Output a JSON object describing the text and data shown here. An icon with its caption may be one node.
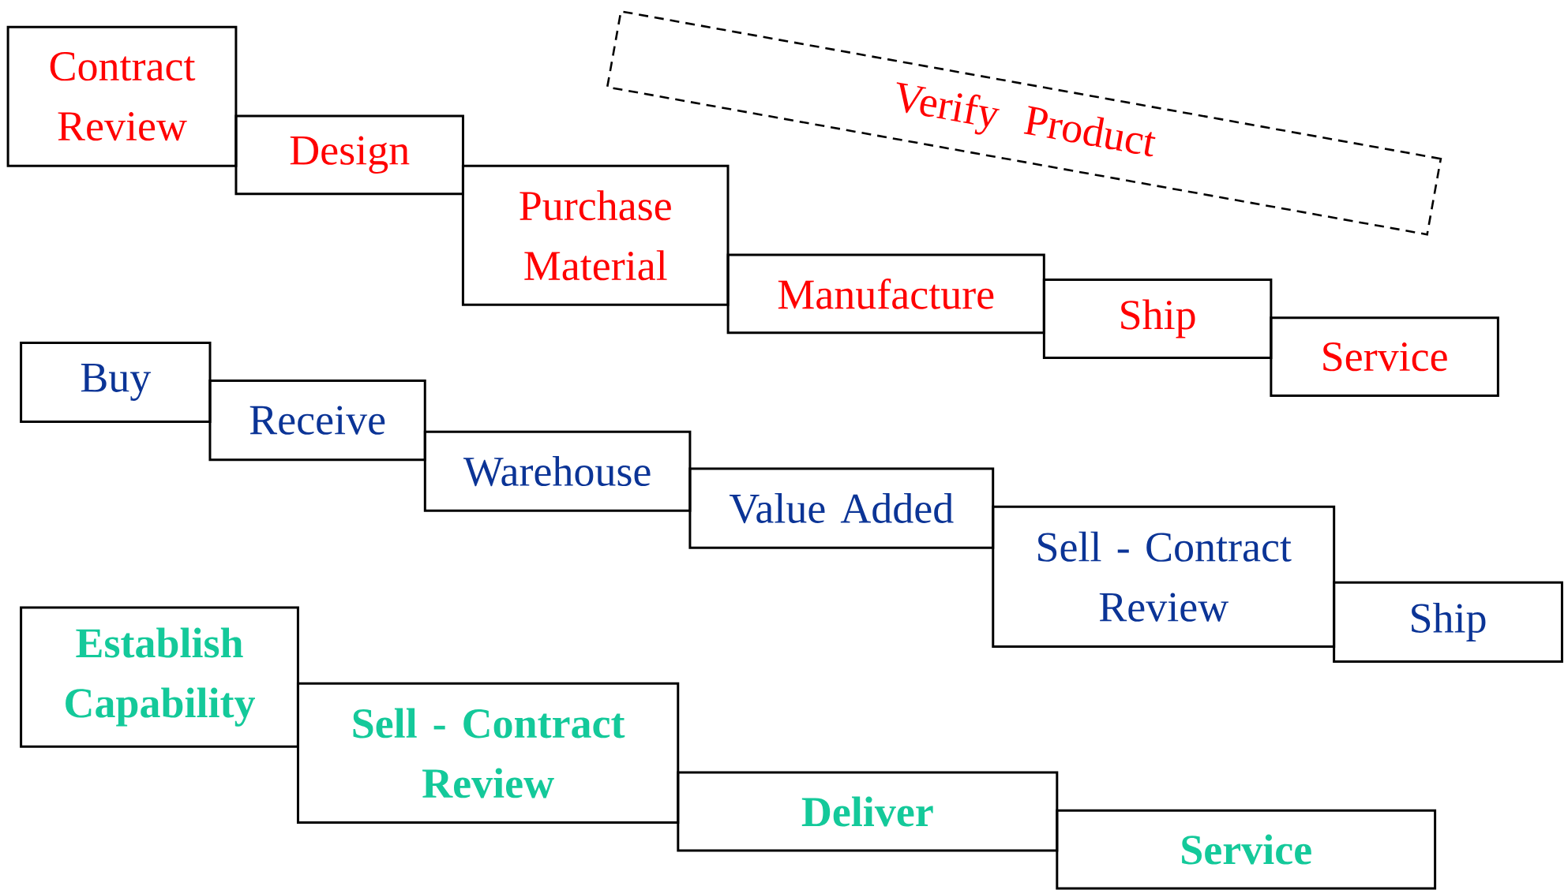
{
  "diagram": {
    "nodes": [
      {
        "text": [
          "Contract Review"
        ]
      },
      {
        "text": [
          "Design"
        ]
      },
      {
        "text": [
          "Purchase Material"
        ]
      },
      {
        "text": [
          "Manufacture"
        ]
      },
      {
        "text": [
          "Ship"
        ]
      },
      {
        "text": [
          "Service"
        ]
      },
      {
        "text": [
          "Verify Product"
        ]
      },
      {
        "text": [
          "Buy"
        ]
      },
      {
        "text": [
          "Receive"
        ]
      },
      {
        "text": [
          "Warehouse"
        ]
      },
      {
        "text": [
          "Value Added"
        ]
      },
      {
        "text": [
          "Sell - Contract Review"
        ]
      },
      {
        "text": [
          "Ship"
        ]
      },
      {
        "text": [
          "Establish Capability"
        ]
      },
      {
        "text": [
          "Sell - Contract Review"
        ]
      },
      {
        "text": [
          "Deliver"
        ]
      },
      {
        "text": [
          "Service"
        ]
      }
    ]
  }
}
